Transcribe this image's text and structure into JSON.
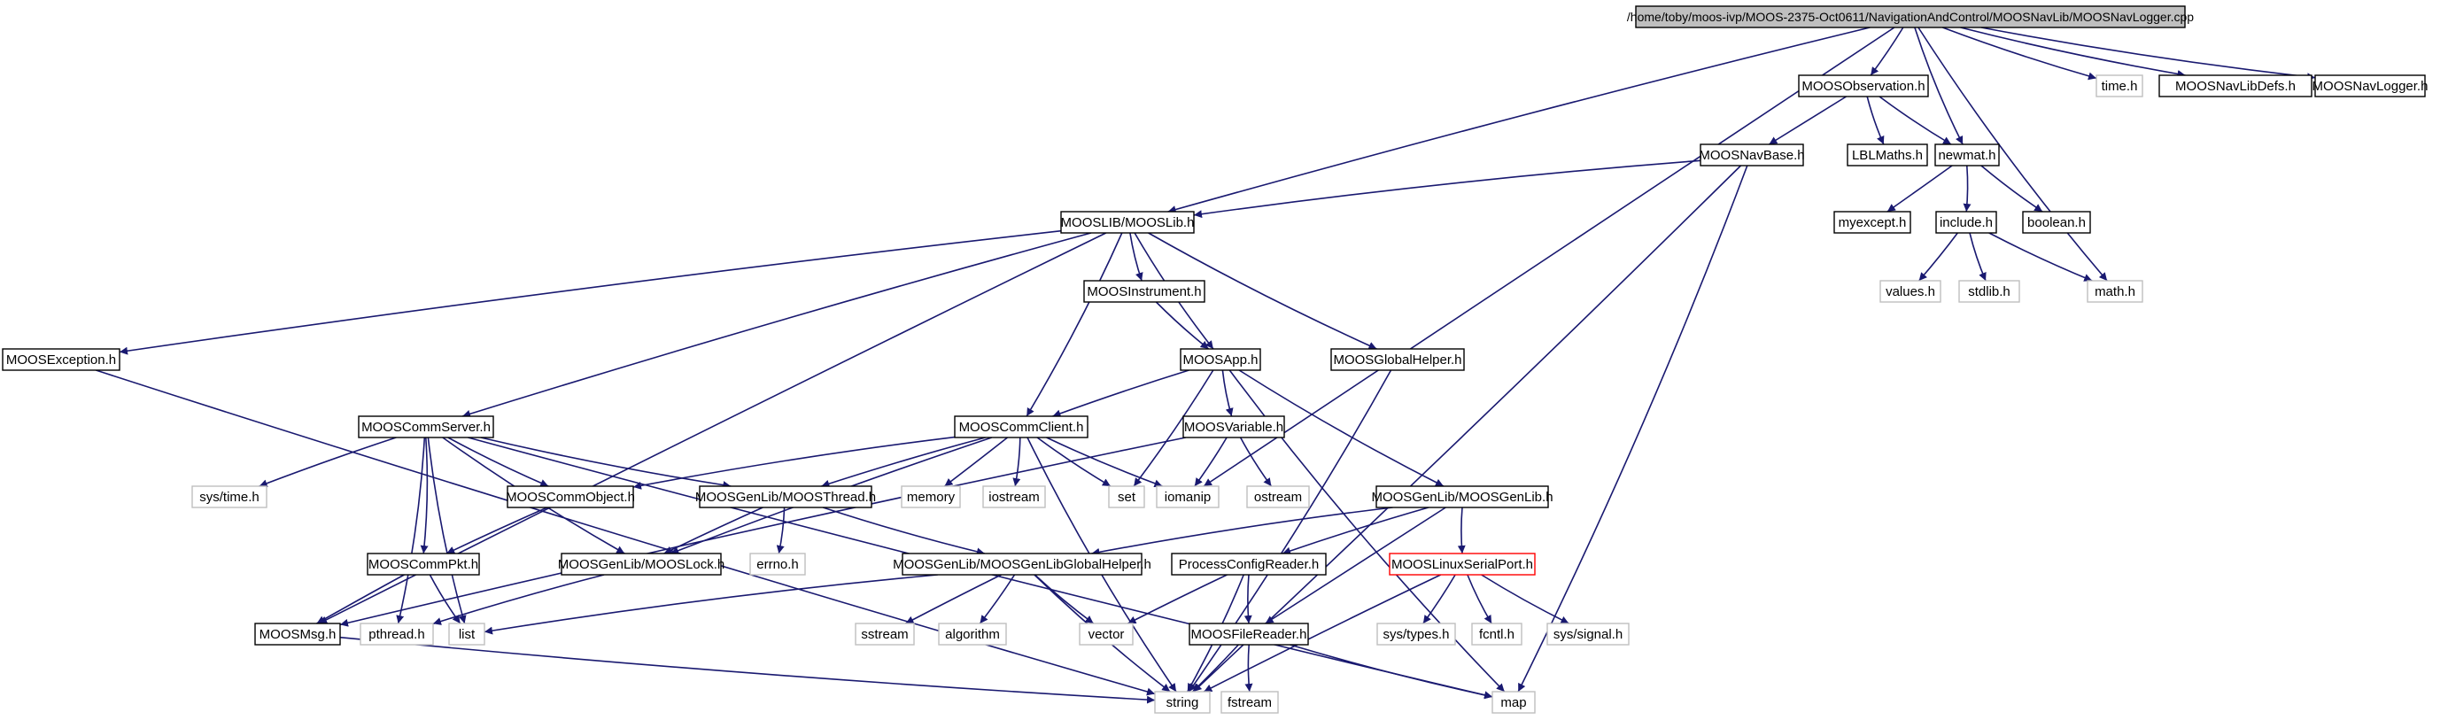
{
  "title": "/home/toby/moos-ivp/MOOS-2375-Oct0611/NavigationAndControl/MOOSNavLib/MOOSNavLogger.cpp",
  "colors": {
    "edge": "#191970",
    "border_default": "#000000",
    "border_external": "#bfbfbf",
    "border_highlight": "#ff0000",
    "root_fill": "#bfbfbf",
    "node_fill": "#ffffff"
  },
  "nodes": [
    {
      "id": "root",
      "label": "/home/toby/moos-ivp/MOOS-2375-Oct0611/NavigationAndControl/MOOSNavLib/MOOSNavLogger.cpp",
      "kind": "root"
    },
    {
      "id": "obs",
      "label": "MOOSObservation.h",
      "kind": "default"
    },
    {
      "id": "time",
      "label": "time.h",
      "kind": "external"
    },
    {
      "id": "navlibdefs",
      "label": "MOOSNavLibDefs.h",
      "kind": "default"
    },
    {
      "id": "navlogger",
      "label": "MOOSNavLogger.h",
      "kind": "default"
    },
    {
      "id": "navbase",
      "label": "MOOSNavBase.h",
      "kind": "default"
    },
    {
      "id": "lbl",
      "label": "LBLMaths.h",
      "kind": "default"
    },
    {
      "id": "newmat",
      "label": "newmat.h",
      "kind": "default"
    },
    {
      "id": "mooslib",
      "label": "MOOSLIB/MOOSLib.h",
      "kind": "default"
    },
    {
      "id": "myexcept",
      "label": "myexcept.h",
      "kind": "default"
    },
    {
      "id": "include",
      "label": "include.h",
      "kind": "default"
    },
    {
      "id": "boolean",
      "label": "boolean.h",
      "kind": "default"
    },
    {
      "id": "values",
      "label": "values.h",
      "kind": "external"
    },
    {
      "id": "stdlib",
      "label": "stdlib.h",
      "kind": "external"
    },
    {
      "id": "math",
      "label": "math.h",
      "kind": "external"
    },
    {
      "id": "exception",
      "label": "MOOSException.h",
      "kind": "default"
    },
    {
      "id": "instrument",
      "label": "MOOSInstrument.h",
      "kind": "default"
    },
    {
      "id": "app",
      "label": "MOOSApp.h",
      "kind": "default"
    },
    {
      "id": "globalhelper",
      "label": "MOOSGlobalHelper.h",
      "kind": "default"
    },
    {
      "id": "commserver",
      "label": "MOOSCommServer.h",
      "kind": "default"
    },
    {
      "id": "commclient",
      "label": "MOOSCommClient.h",
      "kind": "default"
    },
    {
      "id": "variable",
      "label": "MOOSVariable.h",
      "kind": "default"
    },
    {
      "id": "systime",
      "label": "sys/time.h",
      "kind": "external"
    },
    {
      "id": "commobject",
      "label": "MOOSCommObject.h",
      "kind": "default"
    },
    {
      "id": "thread",
      "label": "MOOSGenLib/MOOSThread.h",
      "kind": "default"
    },
    {
      "id": "memory",
      "label": "memory",
      "kind": "external"
    },
    {
      "id": "iostream",
      "label": "iostream",
      "kind": "external"
    },
    {
      "id": "set",
      "label": "set",
      "kind": "external"
    },
    {
      "id": "iomanip",
      "label": "iomanip",
      "kind": "external"
    },
    {
      "id": "ostream",
      "label": "ostream",
      "kind": "external"
    },
    {
      "id": "genlib",
      "label": "MOOSGenLib/MOOSGenLib.h",
      "kind": "default"
    },
    {
      "id": "commpkt",
      "label": "MOOSCommPkt.h",
      "kind": "default"
    },
    {
      "id": "errno",
      "label": "errno.h",
      "kind": "external"
    },
    {
      "id": "lock",
      "label": "MOOSGenLib/MOOSLock.h",
      "kind": "default"
    },
    {
      "id": "genlibhelper",
      "label": "MOOSGenLib/MOOSGenLibGlobalHelper.h",
      "kind": "default"
    },
    {
      "id": "procconfig",
      "label": "ProcessConfigReader.h",
      "kind": "default"
    },
    {
      "id": "serialport",
      "label": "MOOSLinuxSerialPort.h",
      "kind": "highlight"
    },
    {
      "id": "msg",
      "label": "MOOSMsg.h",
      "kind": "default"
    },
    {
      "id": "pthread",
      "label": "pthread.h",
      "kind": "external"
    },
    {
      "id": "list",
      "label": "list",
      "kind": "external"
    },
    {
      "id": "sstream",
      "label": "sstream",
      "kind": "external"
    },
    {
      "id": "algorithm",
      "label": "algorithm",
      "kind": "external"
    },
    {
      "id": "vector",
      "label": "vector",
      "kind": "external"
    },
    {
      "id": "filereader",
      "label": "MOOSFileReader.h",
      "kind": "default"
    },
    {
      "id": "systypes",
      "label": "sys/types.h",
      "kind": "external"
    },
    {
      "id": "fcntl",
      "label": "fcntl.h",
      "kind": "external"
    },
    {
      "id": "syssignal",
      "label": "sys/signal.h",
      "kind": "external"
    },
    {
      "id": "string",
      "label": "string",
      "kind": "external"
    },
    {
      "id": "fstream",
      "label": "fstream",
      "kind": "external"
    },
    {
      "id": "map",
      "label": "map",
      "kind": "external"
    }
  ],
  "edges": [
    [
      "root",
      "obs"
    ],
    [
      "root",
      "time"
    ],
    [
      "root",
      "navlibdefs"
    ],
    [
      "root",
      "navlogger"
    ],
    [
      "root",
      "newmat"
    ],
    [
      "root",
      "mooslib"
    ],
    [
      "root",
      "iomanip"
    ],
    [
      "root",
      "math"
    ],
    [
      "obs",
      "navbase"
    ],
    [
      "obs",
      "lbl"
    ],
    [
      "obs",
      "newmat"
    ],
    [
      "navbase",
      "mooslib"
    ],
    [
      "navbase",
      "string"
    ],
    [
      "navbase",
      "map"
    ],
    [
      "newmat",
      "myexcept"
    ],
    [
      "newmat",
      "include"
    ],
    [
      "newmat",
      "boolean"
    ],
    [
      "include",
      "values"
    ],
    [
      "include",
      "stdlib"
    ],
    [
      "include",
      "math"
    ],
    [
      "mooslib",
      "exception"
    ],
    [
      "mooslib",
      "msg"
    ],
    [
      "mooslib",
      "commserver"
    ],
    [
      "mooslib",
      "commclient"
    ],
    [
      "mooslib",
      "instrument"
    ],
    [
      "mooslib",
      "app"
    ],
    [
      "mooslib",
      "globalhelper"
    ],
    [
      "exception",
      "string"
    ],
    [
      "instrument",
      "app"
    ],
    [
      "globalhelper",
      "string"
    ],
    [
      "app",
      "commclient"
    ],
    [
      "app",
      "set"
    ],
    [
      "app",
      "variable"
    ],
    [
      "app",
      "genlib"
    ],
    [
      "app",
      "map"
    ],
    [
      "commserver",
      "systime"
    ],
    [
      "commserver",
      "commobject"
    ],
    [
      "commserver",
      "thread"
    ],
    [
      "commserver",
      "commpkt"
    ],
    [
      "commserver",
      "lock"
    ],
    [
      "commserver",
      "pthread"
    ],
    [
      "commserver",
      "list"
    ],
    [
      "commserver",
      "map"
    ],
    [
      "commclient",
      "commobject"
    ],
    [
      "commclient",
      "thread"
    ],
    [
      "commclient",
      "memory"
    ],
    [
      "commclient",
      "iostream"
    ],
    [
      "commclient",
      "set"
    ],
    [
      "commclient",
      "iomanip"
    ],
    [
      "commclient",
      "lock"
    ],
    [
      "commclient",
      "string"
    ],
    [
      "variable",
      "iomanip"
    ],
    [
      "variable",
      "ostream"
    ],
    [
      "variable",
      "msg"
    ],
    [
      "commobject",
      "commpkt"
    ],
    [
      "thread",
      "lock"
    ],
    [
      "thread",
      "errno"
    ],
    [
      "thread",
      "genlibhelper"
    ],
    [
      "commpkt",
      "msg"
    ],
    [
      "commpkt",
      "list"
    ],
    [
      "lock",
      "pthread"
    ],
    [
      "genlib",
      "genlibhelper"
    ],
    [
      "genlib",
      "procconfig"
    ],
    [
      "genlib",
      "serialport"
    ],
    [
      "genlib",
      "filereader"
    ],
    [
      "genlibhelper",
      "list"
    ],
    [
      "genlibhelper",
      "sstream"
    ],
    [
      "genlibhelper",
      "algorithm"
    ],
    [
      "genlibhelper",
      "vector"
    ],
    [
      "genlibhelper",
      "string"
    ],
    [
      "procconfig",
      "vector"
    ],
    [
      "procconfig",
      "filereader"
    ],
    [
      "procconfig",
      "string"
    ],
    [
      "serialport",
      "systypes"
    ],
    [
      "serialport",
      "fcntl"
    ],
    [
      "serialport",
      "syssignal"
    ],
    [
      "serialport",
      "string"
    ],
    [
      "filereader",
      "string"
    ],
    [
      "filereader",
      "fstream"
    ],
    [
      "filereader",
      "map"
    ],
    [
      "msg",
      "string"
    ]
  ]
}
